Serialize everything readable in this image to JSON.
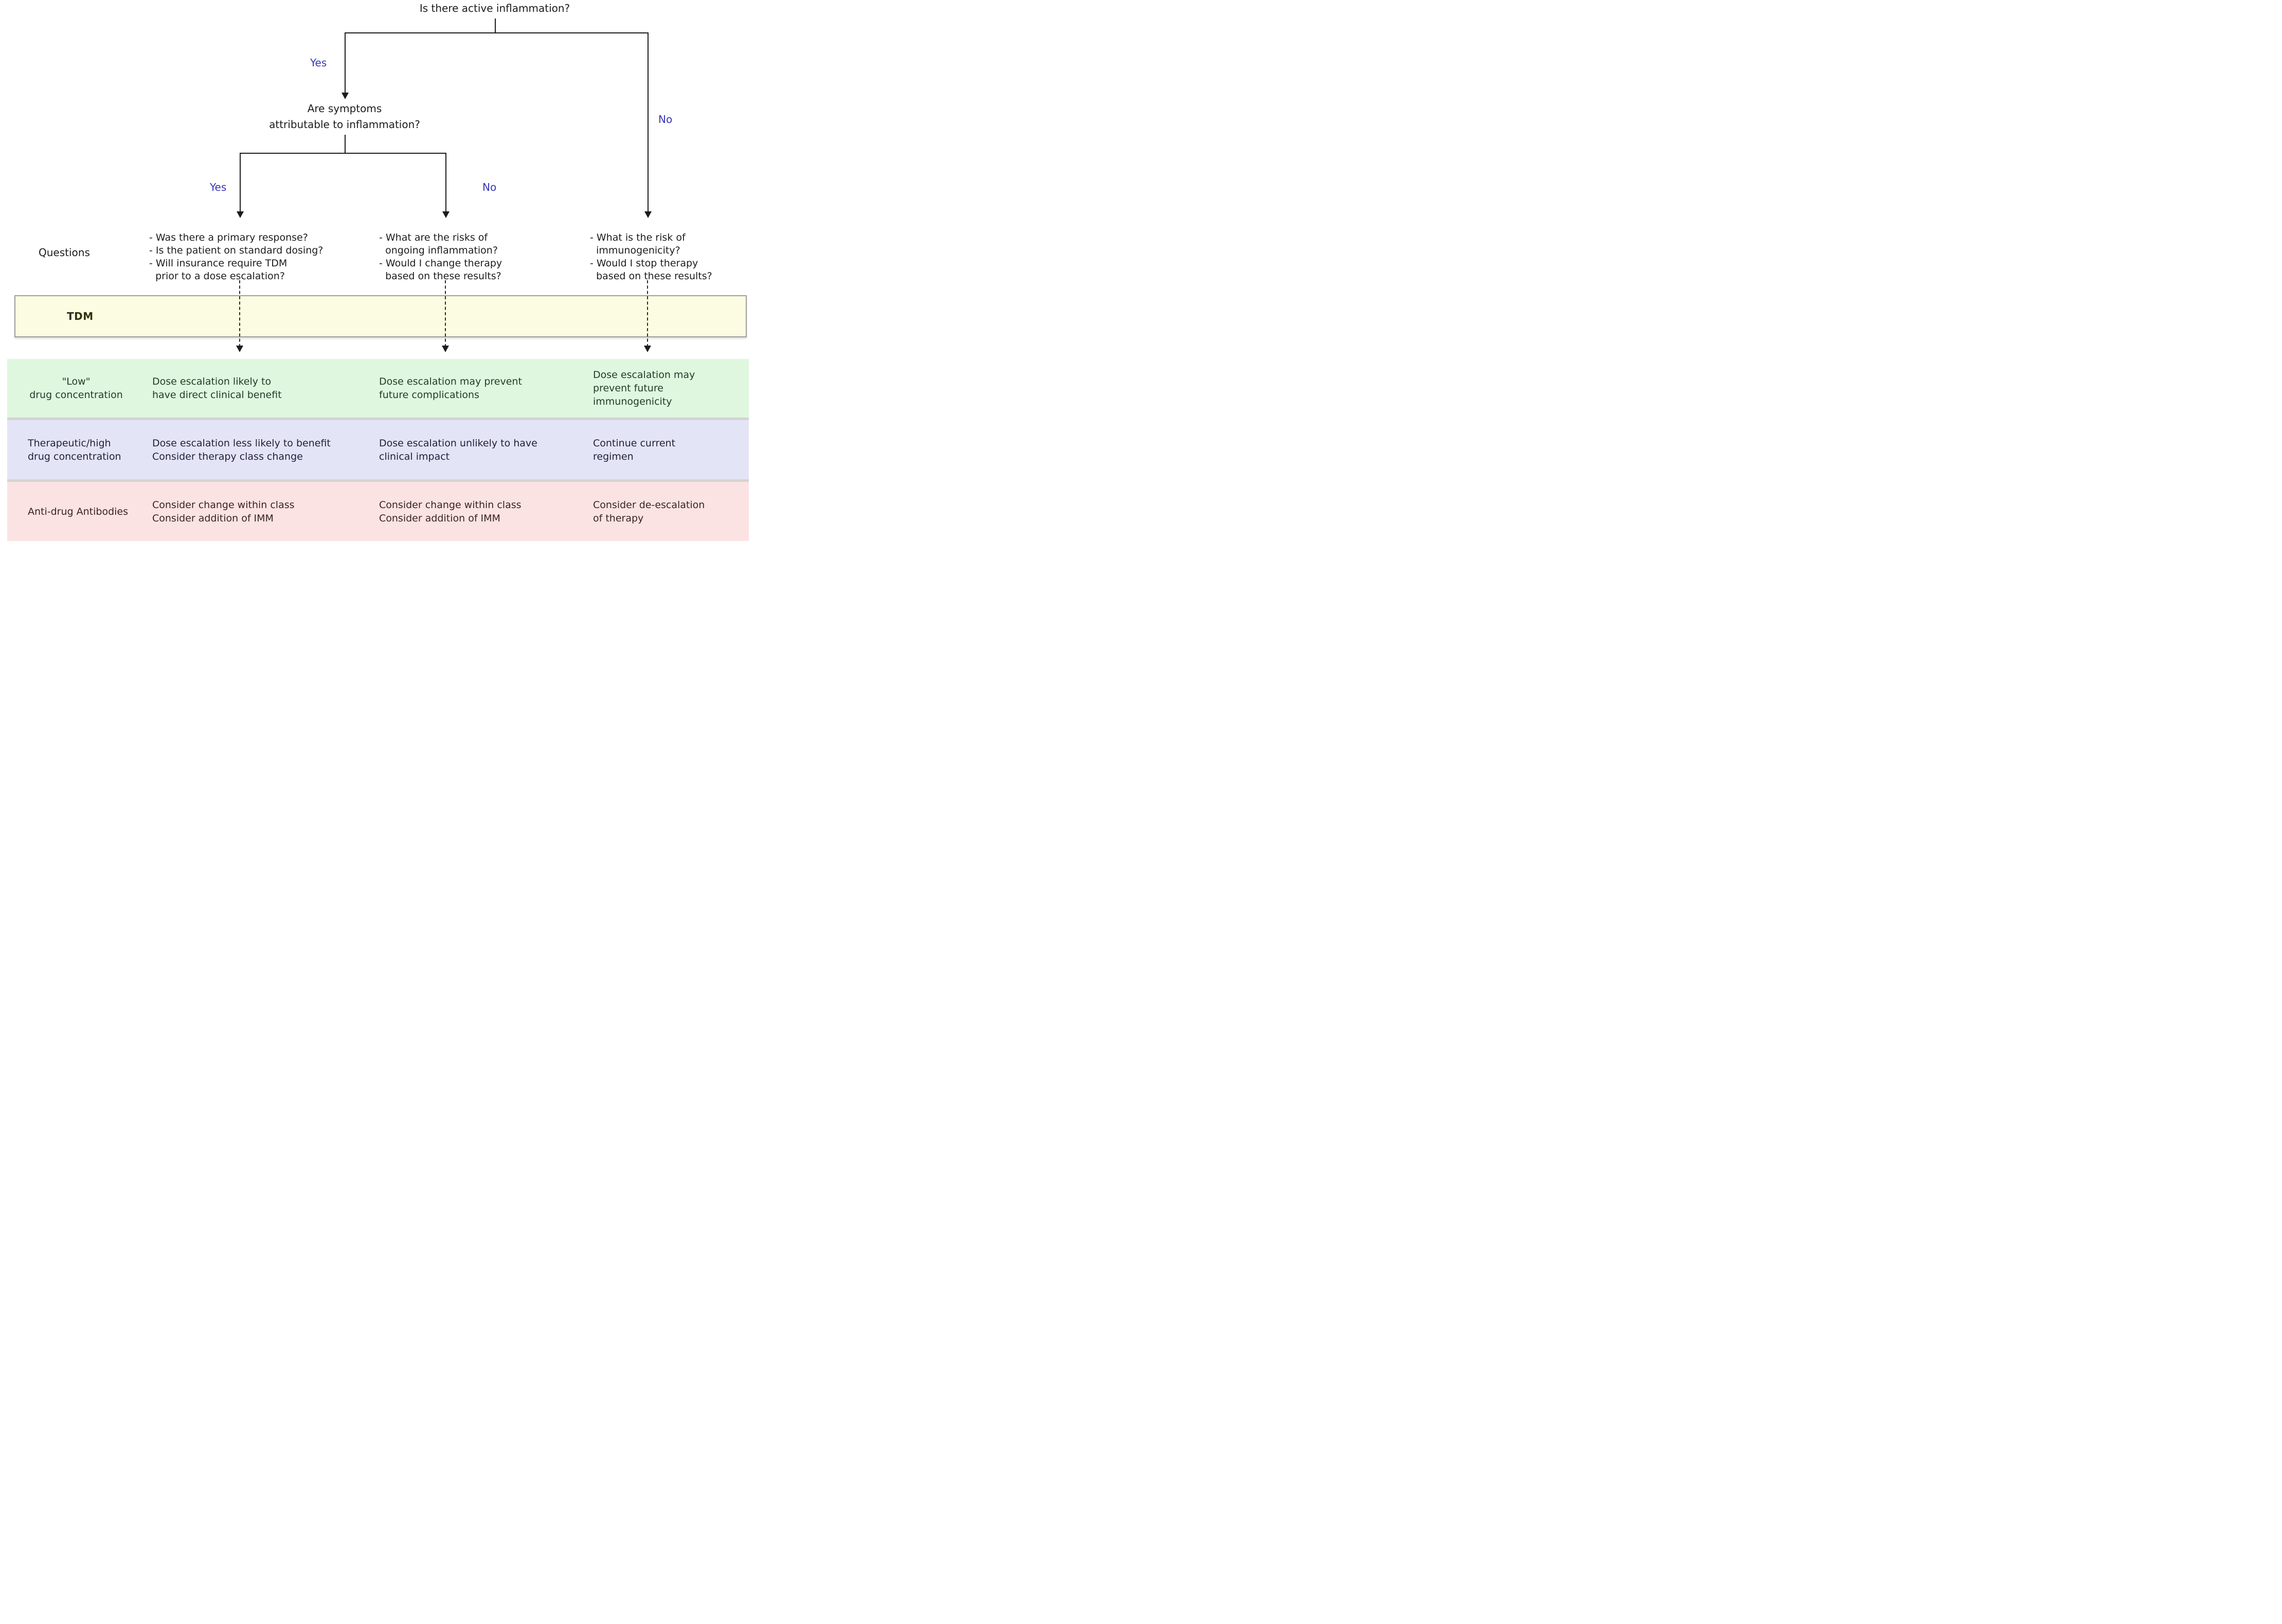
{
  "flow": {
    "root_question": "Is there active inflammation?",
    "second_question": "Are symptoms\nattributable to inflammation?",
    "branches": {
      "top_yes": "Yes",
      "top_no": "No",
      "mid_yes": "Yes",
      "mid_no": "No"
    },
    "questions_label": "Questions",
    "question_blocks": {
      "left": "- Was there a primary response?\n- Is the patient on standard dosing?\n- Will insurance require TDM\n  prior to a dose escalation?",
      "middle": "- What are the risks of\n  ongoing inflammation?\n- Would I change therapy\n  based on these results?",
      "right": "- What is the risk of\n  immunogenicity?\n- Would I stop therapy\n  based on these results?"
    },
    "tdm_label": "TDM",
    "rows": [
      {
        "label": "\"Low\"\ndrug concentration",
        "cells": [
          "Dose escalation likely to\nhave direct clinical benefit",
          "Dose escalation may prevent\nfuture complications",
          "Dose escalation may\nprevent future\nimmunogenicity"
        ]
      },
      {
        "label": "Therapeutic/high\ndrug concentration",
        "cells": [
          "Dose escalation less likely to benefit\nConsider therapy class change",
          "Dose escalation unlikely to have\nclinical impact",
          "Continue current\nregimen"
        ]
      },
      {
        "label": "Anti-drug Antibodies",
        "cells": [
          "Consider change within class\nConsider addition of IMM",
          "Consider change within class\nConsider addition of IMM",
          "Consider de-escalation\nof therapy"
        ]
      }
    ],
    "colors": {
      "branch_label": "#3636b8",
      "tdm_band_bg": "#fbfce2",
      "low_row_bg": "#dff7df",
      "low_row_text": "#1e3c23",
      "therapeutic_row_bg": "#e4e4f7",
      "therapeutic_row_text": "#20203a",
      "ada_row_bg": "#fbe3e3",
      "ada_row_text": "#3b2222"
    }
  }
}
